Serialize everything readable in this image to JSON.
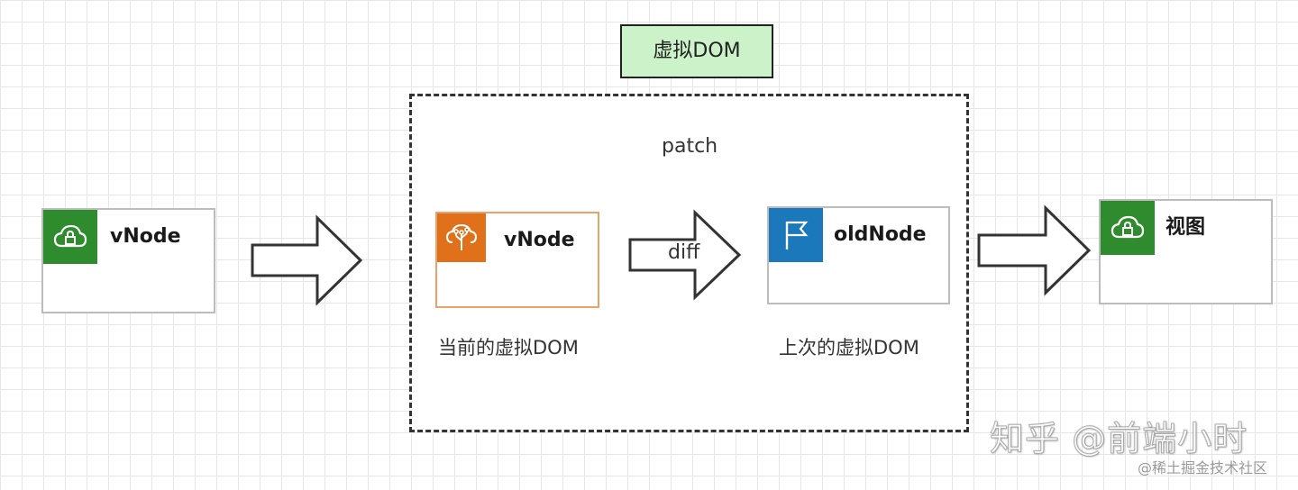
{
  "header": {
    "label": "虚拟DOM"
  },
  "patch_frame": {
    "label": "patch"
  },
  "nodes": {
    "input_vnode": {
      "title": "vNode",
      "icon": "cloud-lock-icon",
      "color": "#2e8b2e"
    },
    "current_vnode": {
      "title": "vNode",
      "icon": "cloud-tree-icon",
      "color": "#e0711a",
      "caption": "当前的虚拟DOM"
    },
    "old_node": {
      "title": "oldNode",
      "icon": "flag-icon",
      "color": "#1b78bb",
      "caption": "上次的虚拟DOM"
    },
    "view": {
      "title": "视图",
      "icon": "cloud-lock-icon",
      "color": "#2e8b2e"
    }
  },
  "arrows": {
    "diff_label": "diff"
  },
  "watermark": {
    "main": "知乎 @前端小时",
    "sub": "@稀土掘金技术社区"
  }
}
